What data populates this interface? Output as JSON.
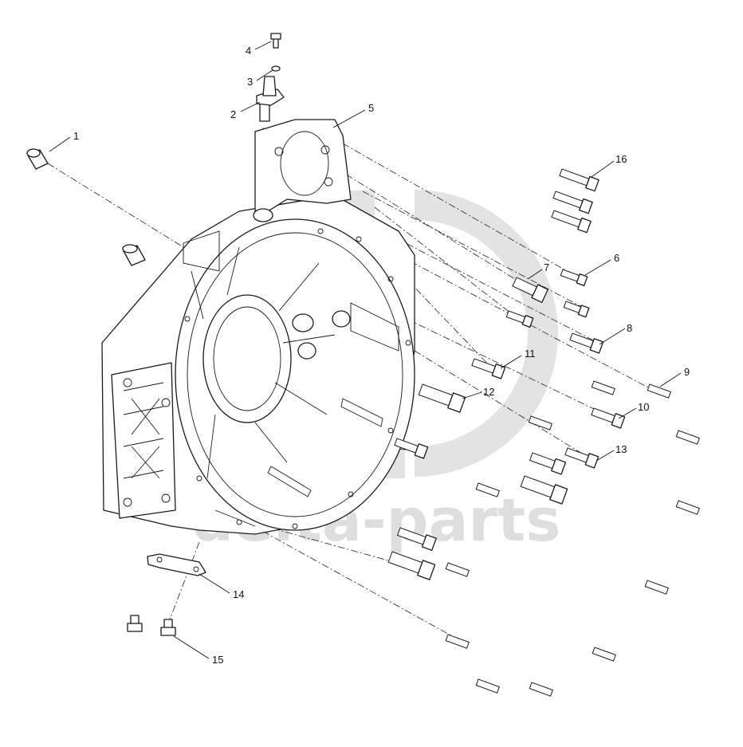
{
  "watermark": {
    "text": "delta-parts",
    "color": "#dedede"
  },
  "callouts": [
    {
      "id": "1",
      "label": "1"
    },
    {
      "id": "2",
      "label": "2"
    },
    {
      "id": "3",
      "label": "3"
    },
    {
      "id": "4",
      "label": "4"
    },
    {
      "id": "5",
      "label": "5"
    },
    {
      "id": "6",
      "label": "6"
    },
    {
      "id": "7",
      "label": "7"
    },
    {
      "id": "8",
      "label": "8"
    },
    {
      "id": "9",
      "label": "9"
    },
    {
      "id": "10",
      "label": "10"
    },
    {
      "id": "11",
      "label": "11"
    },
    {
      "id": "12",
      "label": "12"
    },
    {
      "id": "13",
      "label": "13"
    },
    {
      "id": "14",
      "label": "14"
    },
    {
      "id": "15",
      "label": "15"
    },
    {
      "id": "16",
      "label": "16"
    }
  ]
}
